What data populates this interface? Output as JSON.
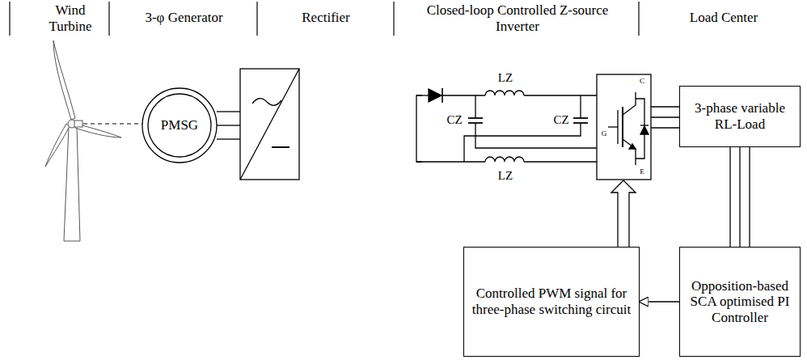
{
  "diagram": {
    "nodes": [
      {
        "text": [
          "PMSG"
        ]
      },
      {
        "text": [
          "3-phase variable RL-Load"
        ]
      },
      {
        "text": [
          "Controlled PWM signal for three-phase switching circuit"
        ]
      },
      {
        "text": [
          "Opposition-based SCA optimised PI Controller"
        ]
      }
    ],
    "edges": [
      {
        "from": 1,
        "to": 3,
        "arrow": "none"
      },
      {
        "from": 3,
        "to": 2,
        "arrow": "to"
      }
    ],
    "labels": [
      "Wind Turbine",
      "3-φ Generator",
      "Rectifier",
      "Closed-loop Controlled Z-source Inverter",
      "Load Center",
      "LZ",
      "CZ",
      "CZ",
      "LZ",
      "C",
      "G",
      "E"
    ]
  }
}
